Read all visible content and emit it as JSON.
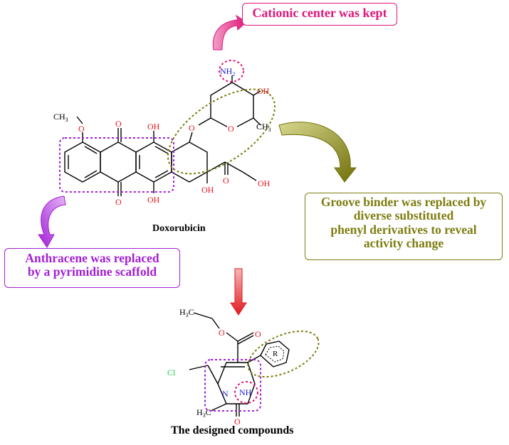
{
  "callouts": {
    "cationic": "Cationic center was kept",
    "groove": [
      "Groove binder was replaced by",
      "diverse substituted",
      "phenyl derivatives to reveal",
      "activity change"
    ],
    "anthracene": [
      "Anthracene was replaced",
      "by a pyrimidine scaffold"
    ]
  },
  "captions": {
    "doxorubicin": "Doxorubicin",
    "designed": "The designed compounds"
  },
  "atoms": {
    "nh2_main": "NH",
    "nh2_sub": "2",
    "oh_sugar": "OH",
    "o_ring": "O",
    "ch3_main": "CH",
    "ch3_sub": "3",
    "methoxy": "H",
    "methoxy_ch3": "CH",
    "methoxy_3": "3",
    "methoxy_o": "O",
    "o_link": "O",
    "o_top": "O",
    "o_bottom": "O",
    "oh_top": "OH",
    "oh_bottom": "OH",
    "oh_c9": "OH",
    "o_keto": "O",
    "oh_end": "OH",
    "h3c": "H",
    "h3c_3": "3",
    "h3c_c": "C",
    "o_ester": "O",
    "o_ester_db": "O",
    "cl": "Cl",
    "n1": "N",
    "nh": "NH",
    "o_urea": "O",
    "r": "R",
    "h3c_n": "H",
    "h3c_n_3": "3",
    "h3c_n_c": "C"
  },
  "colors": {
    "magenta": "#e0157a",
    "olive": "#7d7d10",
    "purple": "#a21fd4",
    "oxygen": "#e8141c",
    "nitrogen": "#1a1ad0",
    "chlorine": "#1fc94a",
    "red_arrow": "#e0191f"
  }
}
